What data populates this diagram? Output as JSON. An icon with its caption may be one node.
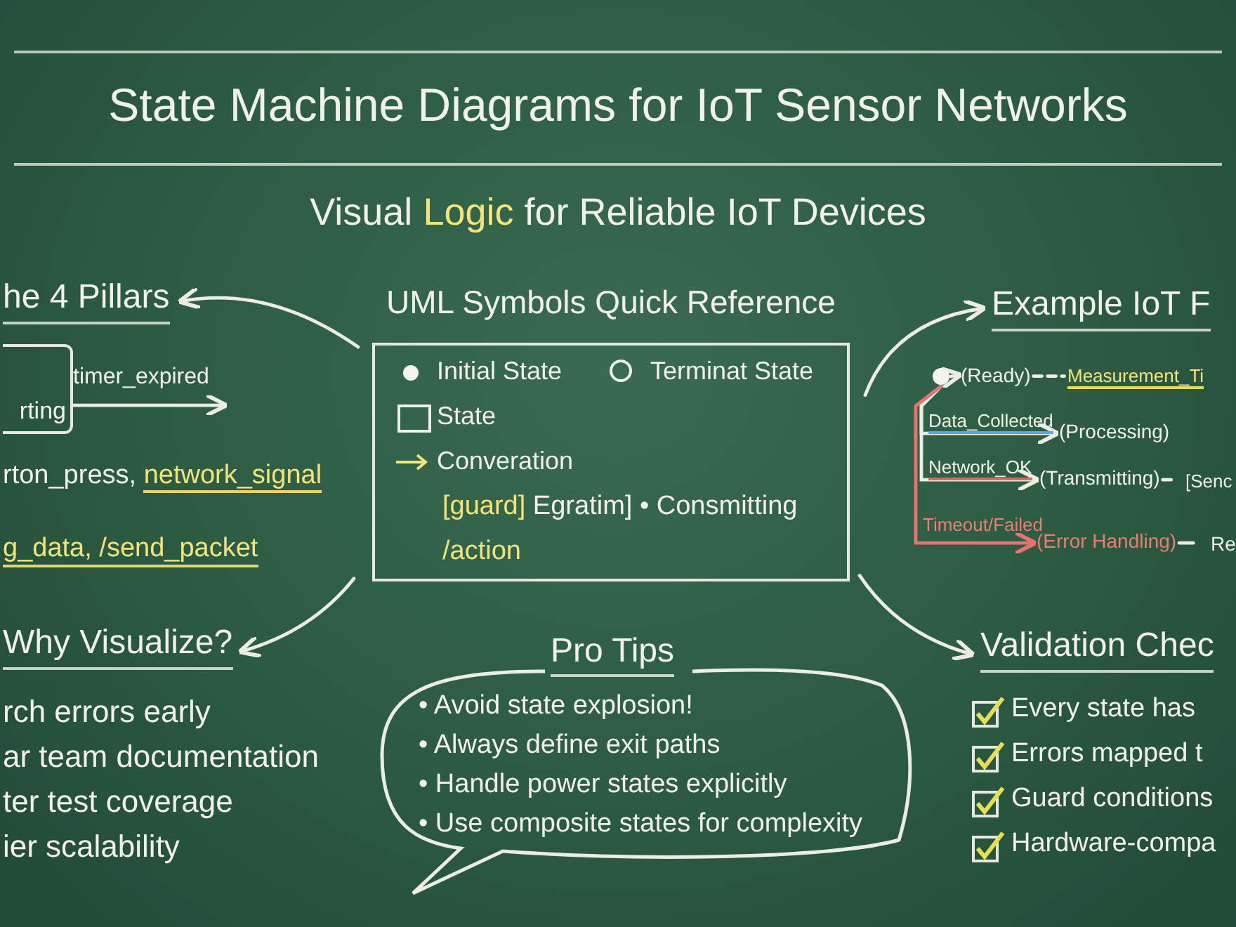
{
  "diagram": {
    "title": "State Machine Diagrams for IoT Sensor Networks",
    "nodes": [
      {
        "text": [
          "he 4 Pillars"
        ]
      },
      {
        "text": [
          "rting"
        ]
      },
      {
        "text": [
          "UML Symbols Quick Reference",
          "**[guard]** Egratim] • Consmitting",
          "/action"
        ]
      },
      {
        "text": [
          "Example IoT F"
        ]
      },
      {
        "text": [],
        "shape": "circle"
      },
      {
        "text": [
          "(Ready)"
        ]
      },
      {
        "text": [
          "(Processing)"
        ]
      },
      {
        "text": [
          "(Transmitting)"
        ]
      },
      {
        "text": [
          "(Error Handling)"
        ]
      },
      {
        "text": [
          "Why Visualize?"
        ]
      },
      {
        "text": [
          "Pro Tips",
          "• Avoid state explosion!",
          "• Always define exit paths",
          "• Handle power states explicitly",
          "• Use composite states for complexity"
        ]
      },
      {
        "text": [
          "Validation Chec"
        ]
      }
    ],
    "edges": [
      {
        "from": 2,
        "to": 0,
        "arrow": "to"
      },
      {
        "from": 2,
        "to": 3,
        "arrow": "to"
      },
      {
        "from": 2,
        "to": 9,
        "arrow": "to"
      },
      {
        "from": 2,
        "to": 11,
        "arrow": "to"
      },
      {
        "from": 1,
        "to": null,
        "arrow": "to",
        "label": "timer_expired"
      },
      {
        "from": 4,
        "to": 5,
        "arrow": "to"
      },
      {
        "from": 5,
        "to": null,
        "arrow": "none",
        "label": "Measurement_Ti",
        "style": "dashed"
      },
      {
        "from": 4,
        "to": 6,
        "arrow": "to",
        "label": "Data_Collected"
      },
      {
        "from": 4,
        "to": 7,
        "arrow": "to",
        "label": "Network_OK"
      },
      {
        "from": 7,
        "to": null,
        "arrow": "none",
        "label": "[Senc",
        "style": "dashed"
      },
      {
        "from": 4,
        "to": 8,
        "arrow": "to",
        "label": "Timeout/Failed",
        "color": "#e57373"
      },
      {
        "from": 8,
        "to": null,
        "arrow": "none",
        "label": "Re"
      }
    ],
    "labels": [
      "Visual **Logic** for Reliable IoT Devices",
      "rton_press, **network_signal**",
      "g_data, /send_packet",
      "rch errors early",
      "ar team documentation",
      "ter test coverage",
      "ier scalability",
      "Every state has",
      "Errors mapped t",
      "Guard conditions",
      "Hardware-compa"
    ],
    "legend": [
      {
        "text": "Initial State"
      },
      {
        "text": "Terminat State"
      },
      {
        "text": "State"
      },
      {
        "text": "Converation"
      }
    ]
  }
}
